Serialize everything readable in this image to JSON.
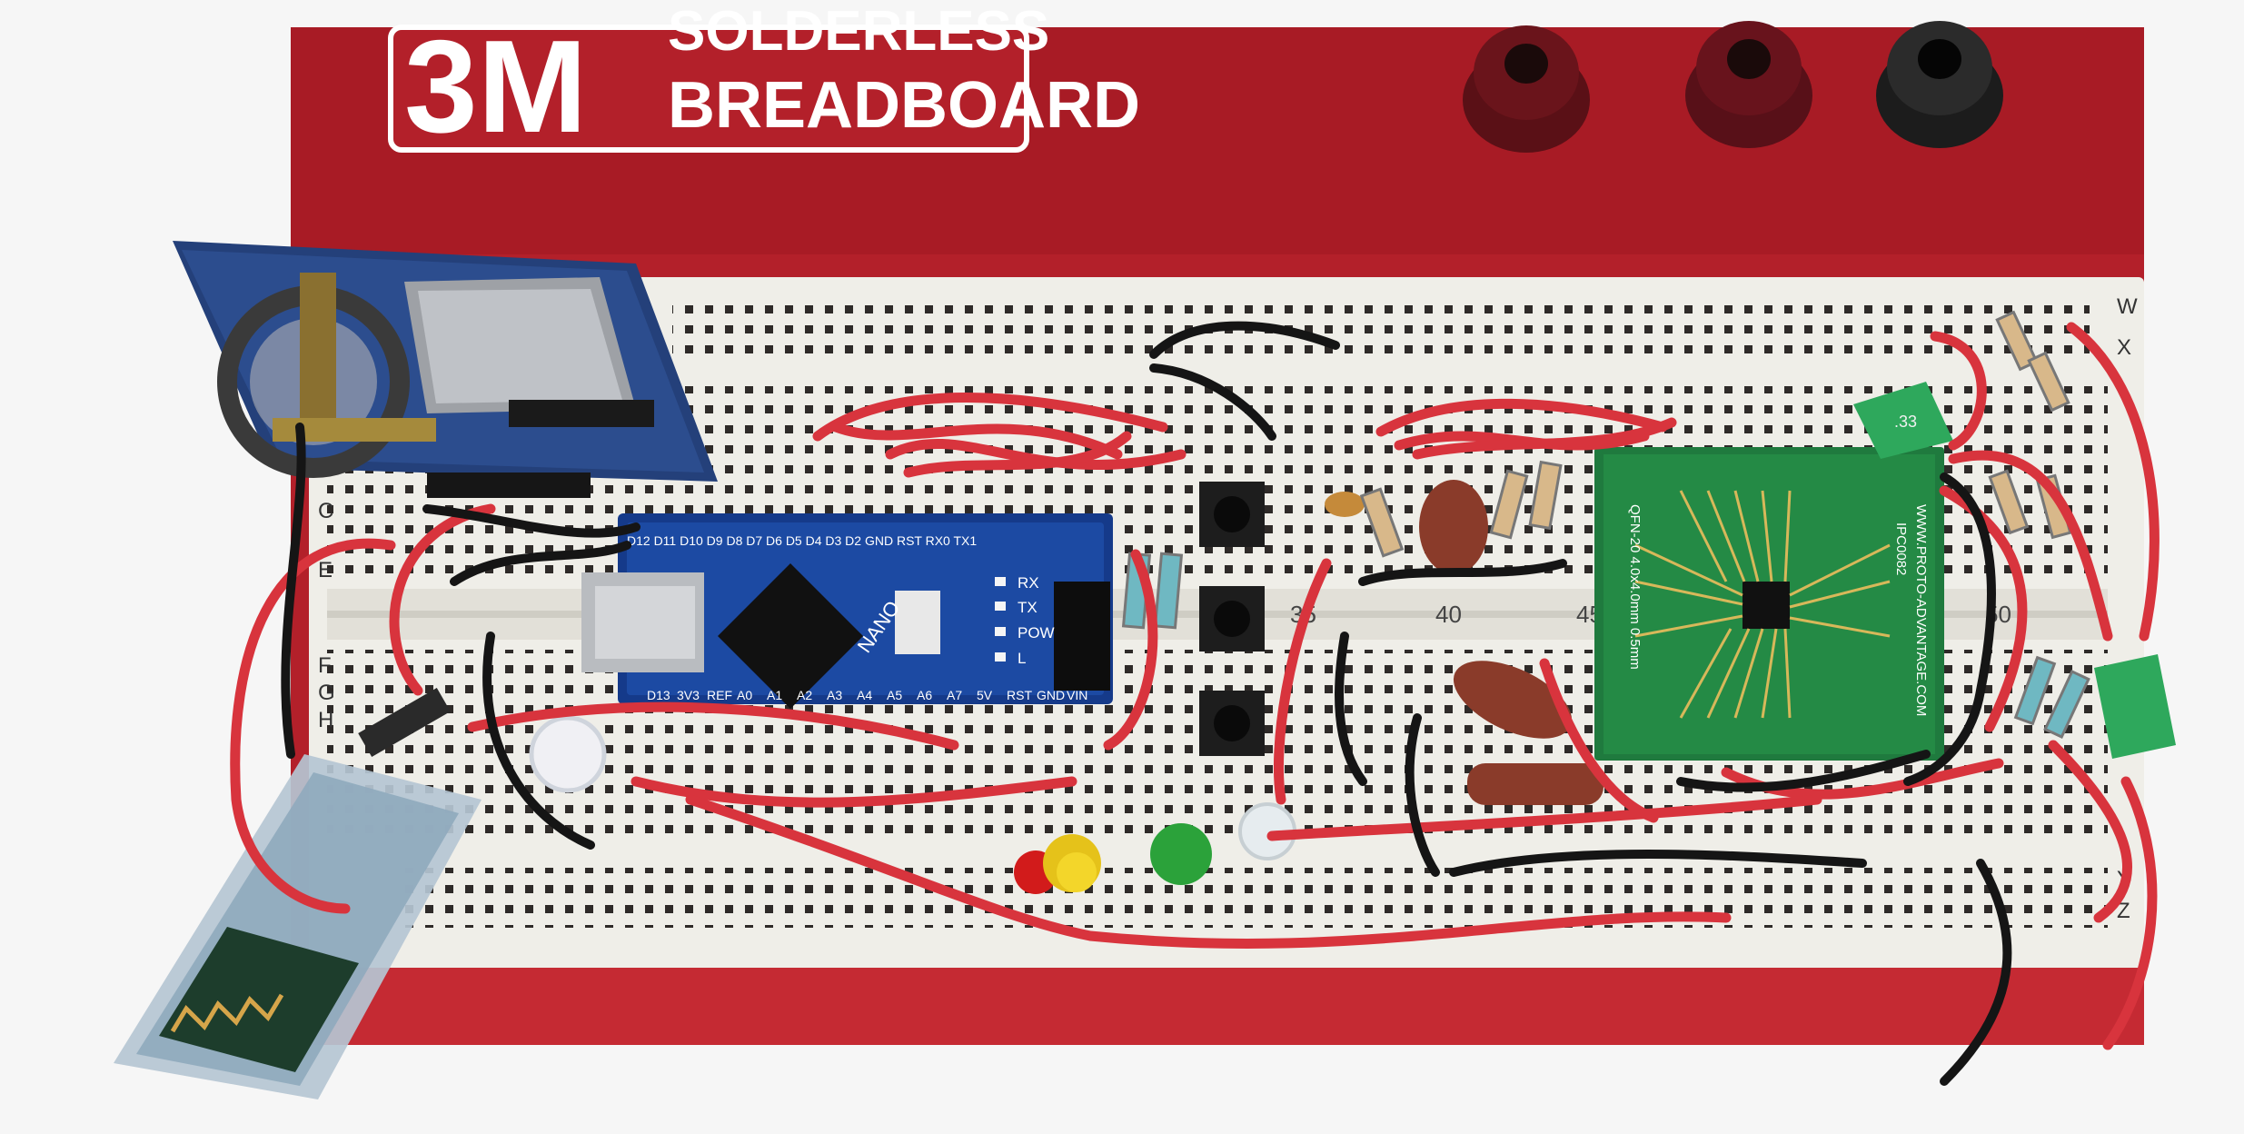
{
  "base": {
    "logo_brand": "3M",
    "logo_line1": "SOLDERLESS",
    "logo_line2": "BREADBOARD"
  },
  "breadboard": {
    "row_letters": [
      "C",
      "E",
      "F",
      "G",
      "H"
    ],
    "right_letters": [
      "W",
      "X",
      "Y",
      "Z"
    ],
    "column_numbers": [
      "35",
      "40",
      "45",
      "50"
    ]
  },
  "nano": {
    "model": "NANO",
    "top_pins": "D12 D11 D10 D9 D8 D7 D6 D5 D4 D3 D2 GND RST RX0 TX1",
    "bottom_pins": [
      "D13",
      "3V3",
      "REF",
      "A0",
      "A1",
      "A2",
      "A3",
      "A4",
      "A5",
      "A6",
      "A7",
      "5V",
      "RST",
      "GND",
      "VIN"
    ],
    "leds": [
      "RX",
      "TX",
      "POW",
      "L"
    ]
  },
  "adapter": {
    "url": "WWW.PROTO-ADVANTAGE.COM",
    "part": "IPC0082",
    "package": "QFN-20 4.0x4.0mm 0.5mm"
  },
  "capacitor_marking": ".33"
}
